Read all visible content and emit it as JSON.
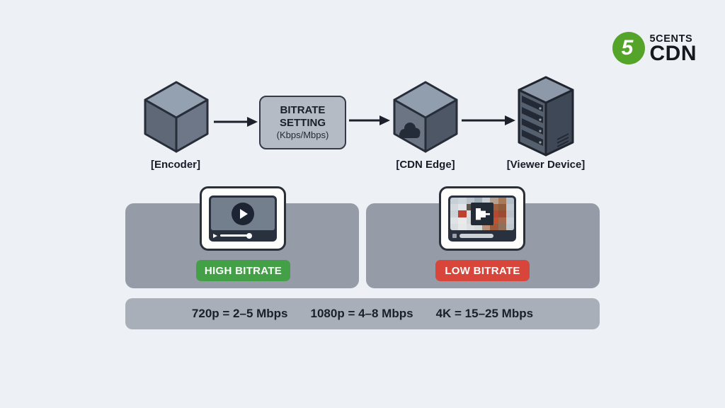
{
  "logo": {
    "digit": "5",
    "name_top": "5CENTS",
    "name_bottom": "CDN",
    "green": "#55a42a"
  },
  "flow": {
    "encoder_label": "[Encoder]",
    "cdn_label": "[CDN Edge]",
    "viewer_label": "[Viewer Device]",
    "bitrate_box": {
      "line1": "BITRATE",
      "line2": "SETTING",
      "line3": "(Kbps/Mbps)"
    }
  },
  "comparison": {
    "high": {
      "badge": "HIGH BITRATE",
      "badge_color": "#43a047"
    },
    "low": {
      "badge": "LOW BITRATE",
      "badge_color": "#d8453a",
      "mosaic": [
        [
          "#c6cfd6",
          "#cfd6db",
          "#bac4cb",
          "#a2b0ba",
          "#c9d1d6",
          "#b3a08e",
          "#a87a58",
          "#b5bfc7"
        ],
        [
          "#d3d9dd",
          "#e2e5e7",
          "#5a554e",
          "#c0c9d0",
          "#9e8874",
          "#a2603e",
          "#8f5c3c",
          "#c1c9cf"
        ],
        [
          "#cdd4d9",
          "#c04030",
          "#d9dde0",
          "#d0d6da",
          "#aa6f4c",
          "#b74730",
          "#9c4b31",
          "#bac3ca"
        ],
        [
          "#e0e3e5",
          "#e9ebeb",
          "#d4d9dc",
          "#cbd2d6",
          "#8b5036",
          "#c1512f",
          "#a56a4b",
          "#c5ccd2"
        ],
        [
          "#d9dde0",
          "#e6e8e9",
          "#dee1e3",
          "#d6dbde",
          "#ba9279",
          "#9e5b3c",
          "#907058",
          "#c0c8ce"
        ]
      ]
    }
  },
  "bitrate_table": {
    "items": [
      "720p = 2–5 Mbps",
      "1080p = 4–8 Mbps",
      "4K = 15–25 Mbps"
    ]
  }
}
